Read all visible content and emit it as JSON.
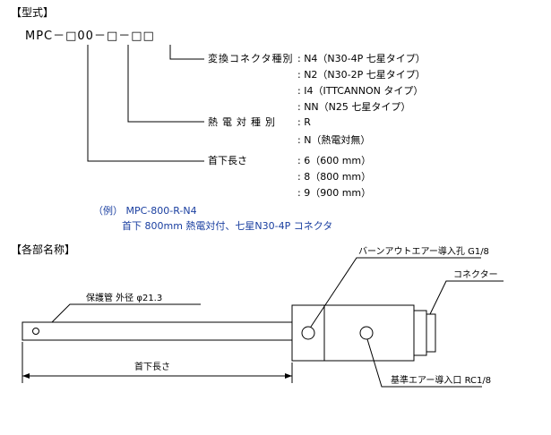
{
  "model_section": {
    "heading": "【型式】",
    "code": "MPC－□00－□－□□",
    "connector_type_label": "変換コネクタ種別",
    "connector_options": [
      ": N4（N30-4P 七星タイプ）",
      ": N2（N30-2P 七星タイプ）",
      ": I4（ITTCANNON タイプ）",
      ": NN（N25 七星タイプ）"
    ],
    "thermocouple_label": "熱電対種別",
    "thermocouple_options": [
      ": R",
      ": N（熱電対無）"
    ],
    "length_label": "首下長さ",
    "length_options": [
      ": 6（600 mm）",
      ": 8（800 mm）",
      ": 9（900 mm）"
    ],
    "example_line1": "（例） MPC-800-R-N4",
    "example_line2": "首下 800mm 熱電対付、七星N30-4P コネクタ"
  },
  "parts_section": {
    "heading": "【各部名称】",
    "burner_air_port": "バーンアウトエアー導入孔 G1/8",
    "connector": "コネクター",
    "protection_tube": "保護管 外径 φ21.3",
    "length": "首下長さ",
    "reference_air_port": "基準エアー導入口 RC1/8"
  }
}
